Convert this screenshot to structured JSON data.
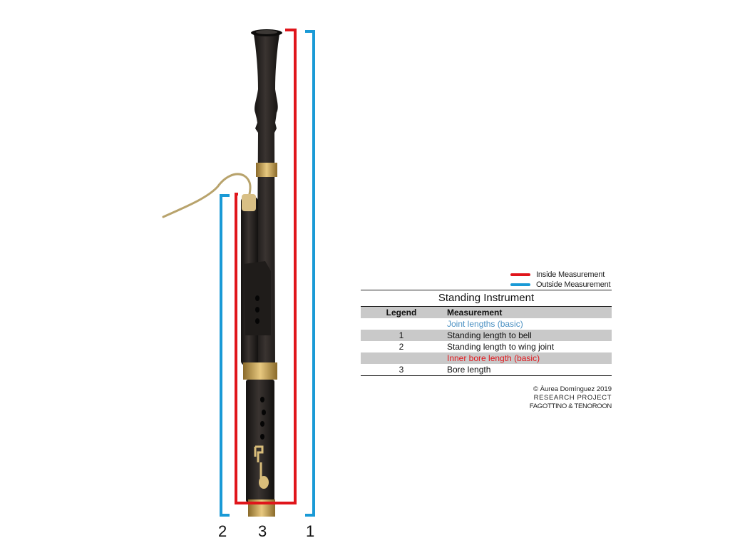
{
  "labels": {
    "one": "1",
    "two": "2",
    "three": "3"
  },
  "legend": {
    "inside": {
      "label": "Inside Measurement",
      "color": "#e0151b"
    },
    "outside": {
      "label": "Outside Measurement",
      "color": "#1a9ad6"
    }
  },
  "table": {
    "title": "Standing Instrument",
    "headers": {
      "legend": "Legend",
      "measurement": "Measurement"
    },
    "rows": [
      {
        "legend": "",
        "measurement": "Joint lengths (basic)",
        "style": "section-blue",
        "shaded": false
      },
      {
        "legend": "1",
        "measurement": "Standing length to bell",
        "style": "normal",
        "shaded": true
      },
      {
        "legend": "2",
        "measurement": "Standing length to wing joint",
        "style": "normal",
        "shaded": false
      },
      {
        "legend": "",
        "measurement": "Inner bore length (basic)",
        "style": "section-red",
        "shaded": true
      },
      {
        "legend": "3",
        "measurement": "Bore length",
        "style": "normal",
        "shaded": false
      }
    ]
  },
  "credit": {
    "line1": "© Àurea Domínguez  2019",
    "line2": "RESEARCH PROJECT",
    "line3": "FAGOTTINO & TENOROON"
  },
  "colors": {
    "wood": "#2a2624",
    "wood_dark": "#1a1817",
    "brass": "#c9a14a",
    "brass_light": "#e0c07a",
    "bocal": "#b5a06a"
  }
}
